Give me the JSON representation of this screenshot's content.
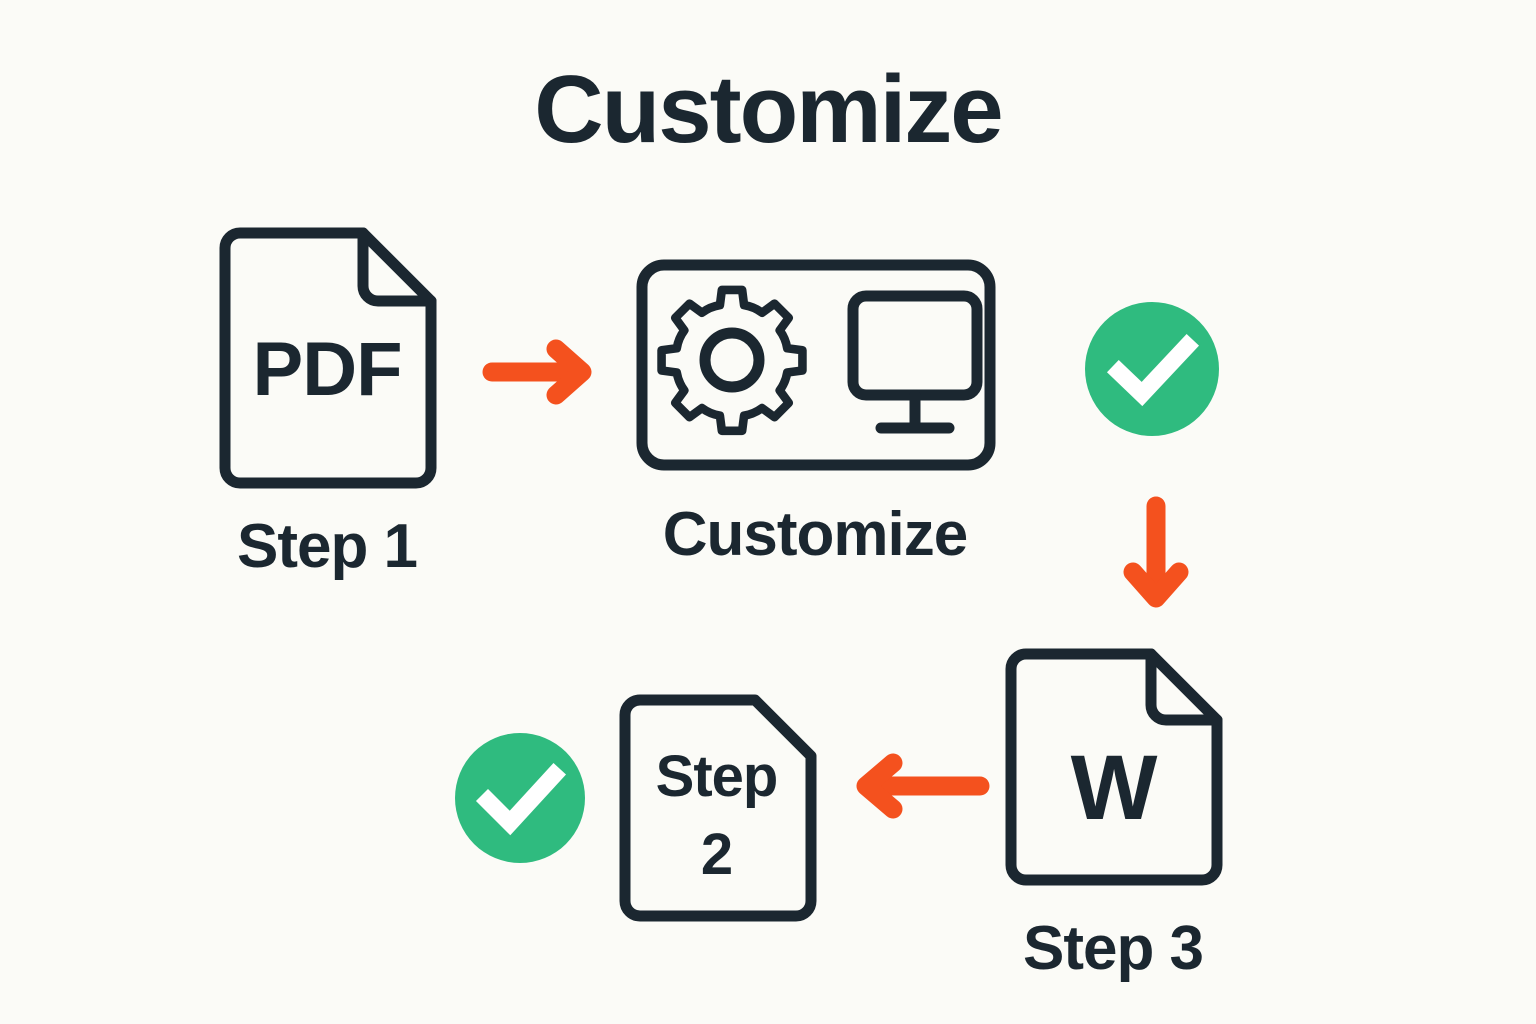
{
  "page": {
    "title": "Customize",
    "background_color": "#fbfbf7",
    "ink_color": "#1b2730",
    "accent_arrow_color": "#f4511e",
    "success_color": "#2fbb7f"
  },
  "nodes": {
    "pdf_file": {
      "icon": "pdf-file-icon",
      "label": "PDF",
      "caption": "Step 1"
    },
    "customize_card": {
      "icon": "settings-monitor-icon",
      "caption": "Customize"
    },
    "word_file": {
      "icon": "word-file-icon",
      "label": "W",
      "caption": "Step 3"
    },
    "step2_doc": {
      "icon": "document-clipped-corner-icon",
      "label_line1": "Step",
      "label_line2": "2"
    }
  },
  "status": {
    "check_top": {
      "icon": "check-circle-icon",
      "state": "complete",
      "color": "#2fbb7f"
    },
    "check_bottom": {
      "icon": "check-circle-icon",
      "state": "complete",
      "color": "#2fbb7f"
    }
  },
  "arrows": [
    {
      "name": "arrow-pdf-to-customize",
      "direction": "right",
      "color": "#f4511e"
    },
    {
      "name": "arrow-customize-to-word",
      "direction": "down",
      "color": "#f4511e"
    },
    {
      "name": "arrow-word-to-step2",
      "direction": "left",
      "color": "#f4511e"
    }
  ]
}
